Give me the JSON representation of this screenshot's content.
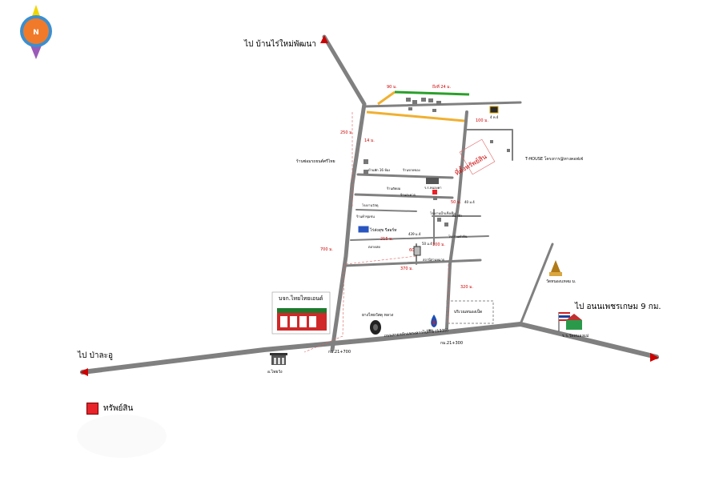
{
  "compass": {
    "letter": "N"
  },
  "destinations": {
    "north": "ไป บ้านไร่ใหม่พัฒนา",
    "west": "ไป ป่าละอู",
    "east": "ไป อนนเพชรเกษม 9 กม."
  },
  "road_main": "ถนนสายหลักแพรงลาวไปเกิน (1335)",
  "km_markers": {
    "left": "กม.21+700",
    "right": "กม.21+300"
  },
  "distances": {
    "d90": "90 ม.",
    "d24": "ถึงที่ 24 ม.",
    "d250": "250 ม.",
    "d14": "14 ม.",
    "d100a": "100 ม.",
    "d700": "700 ม.",
    "d215": "215 ม.",
    "d100b": "100 ม.",
    "d60": "60 ม.",
    "d370": "370 ม.",
    "d320": "320 ม.",
    "d50": "50 ม."
  },
  "places": {
    "shop_company": "บจก.ไทยไทยเอนด์",
    "tire": "ยางไทยวัสดุ หลวง",
    "fuel": "ปตท.",
    "school": "ร.ร.วัดหนองแม่",
    "temple_top": "วัดหนองแหลม ม.",
    "subdistrict": "อ.ไทยวัง",
    "coop": "บริเวณหนองเป็ด",
    "tower": "ศาลาชนบทในหมู่ 1 ทาง",
    "resort": "ไร่ส่งสุข รีสอร์ท",
    "house": "T-HOUSE โครงการ@ทางคอฟเฟ่",
    "property": "ที่ตั้งทรัพย์สิน",
    "shop1": "ร้านซ่อมรถยนต์ศรีไทย",
    "mosque": "ร้านสะดวก",
    "near_prop": "ร.ร.หนองคา",
    "shop2": "โรงงานวัสดุ",
    "shop3": "ร้านค้าชุมชน",
    "shop4": "โรงงานน้ำแข็งเย็น",
    "community": "ท้องฟ้า",
    "house2": "โรงงานทำหิน",
    "block1": "บ้านพัก 16 ห้อง",
    "shop5": "ร้านขายของ",
    "market": "ร้านตัดผม",
    "shop6": "ตลาดสด",
    "shop7": "สถานีสวนหมาก",
    "plot_a": "439 ม.4",
    "plot_b": "50 ม.4",
    "plot_c": "40 ม.4",
    "plot_d": "4 ท.4"
  },
  "legend": {
    "label": "ทรัพย์สิน",
    "color": "#e8232a"
  },
  "colors": {
    "road": "#808080",
    "yellow_road": "#f0b030",
    "green_road": "#2aa02a",
    "red_text": "#cc0000"
  }
}
